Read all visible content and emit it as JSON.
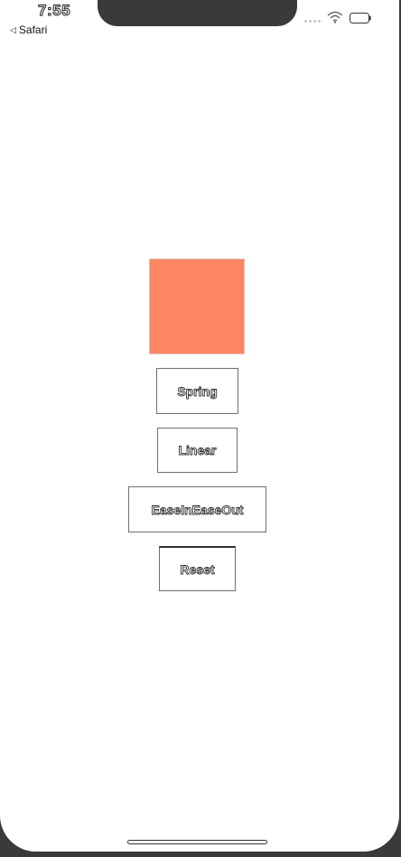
{
  "status_bar": {
    "time": "7:55",
    "back_label": "Safari"
  },
  "colors": {
    "square": "#fd8561"
  },
  "buttons": {
    "spring": "Spring",
    "linear": "Linear",
    "ease": "EaseInEaseOut",
    "reset": "Reset"
  }
}
